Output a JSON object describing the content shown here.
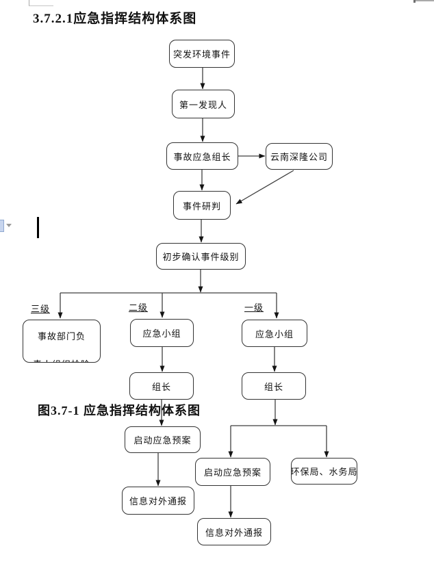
{
  "page": {
    "heading": "3.7.2.1应急指挥结构体系图",
    "caption": "图3.7-1 应急指挥结构体系图",
    "background_color": "#ffffff",
    "line_color": "#3f3f3f",
    "artifact_icons": [
      "text-cursor",
      "autocorrect-options-icon",
      "corner-crop-mark",
      "top-right-edge-mark"
    ]
  },
  "branch_labels": {
    "level3": "三级",
    "level2": "二级",
    "level1": "一级"
  },
  "nodes": {
    "incident": {
      "label": "突发环境事件"
    },
    "first": {
      "label": "第一发现人"
    },
    "leader": {
      "label": "事故应急组长"
    },
    "company": {
      "label": "云南深隆公司"
    },
    "assessment": {
      "label": "事件研判"
    },
    "levelconfirm": {
      "label": "初步确认事件级别"
    },
    "depthead": {
      "label_line1": "事故部门负",
      "label_line2": "责人组织抢险"
    },
    "team_mid": {
      "label": "应急小组"
    },
    "team_right": {
      "label": "应急小组"
    },
    "leader_mid": {
      "label": "组长"
    },
    "leader_right": {
      "label": "组长"
    },
    "plan_left": {
      "label": "启动应急预案"
    },
    "plan_mid": {
      "label": "启动应急预案"
    },
    "bureaus": {
      "label": "环保局、水务局"
    },
    "report_left": {
      "label": "信息对外通报"
    },
    "report_mid": {
      "label": "信息对外通报"
    }
  },
  "edges": [
    {
      "from": "incident",
      "to": "first"
    },
    {
      "from": "first",
      "to": "leader"
    },
    {
      "from": "leader",
      "to": "company"
    },
    {
      "from": "leader",
      "to": "assessment"
    },
    {
      "from": "company",
      "to": "assessment"
    },
    {
      "from": "assessment",
      "to": "levelconfirm"
    },
    {
      "from": "levelconfirm",
      "to": "depthead",
      "branch": "三级"
    },
    {
      "from": "levelconfirm",
      "to": "team_mid",
      "branch": "二级"
    },
    {
      "from": "levelconfirm",
      "to": "team_right",
      "branch": "一级"
    },
    {
      "from": "team_mid",
      "to": "leader_mid"
    },
    {
      "from": "team_right",
      "to": "leader_right"
    },
    {
      "from": "leader_mid",
      "to": "plan_left"
    },
    {
      "from": "plan_left",
      "to": "report_left"
    },
    {
      "from": "leader_right",
      "to": "plan_mid"
    },
    {
      "from": "leader_right",
      "to": "bureaus"
    },
    {
      "from": "plan_mid",
      "to": "report_mid"
    }
  ]
}
